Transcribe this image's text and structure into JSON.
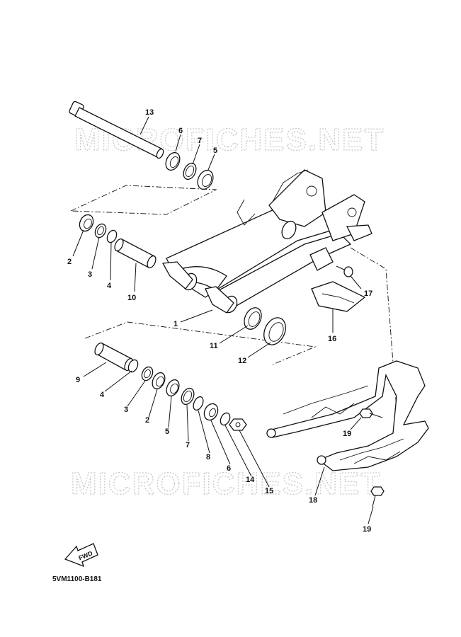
{
  "watermark": "MICROFICHES.NET",
  "diagram_code": "5VM1100-B181",
  "fwd_label": "FWD",
  "callouts": {
    "c13": "13",
    "c6a": "6",
    "c7a": "7",
    "c5a": "5",
    "c2a": "2",
    "c3a": "3",
    "c4a": "4",
    "c10": "10",
    "c17": "17",
    "c1": "1",
    "c11": "11",
    "c16": "16",
    "c12": "12",
    "c9": "9",
    "c4b": "4",
    "c3b": "3",
    "c2b": "2",
    "c5b": "5",
    "c7b": "7",
    "c8": "8",
    "c6b": "6",
    "c14": "14",
    "c15": "15",
    "c19a": "19",
    "c18": "18",
    "c19b": "19"
  }
}
